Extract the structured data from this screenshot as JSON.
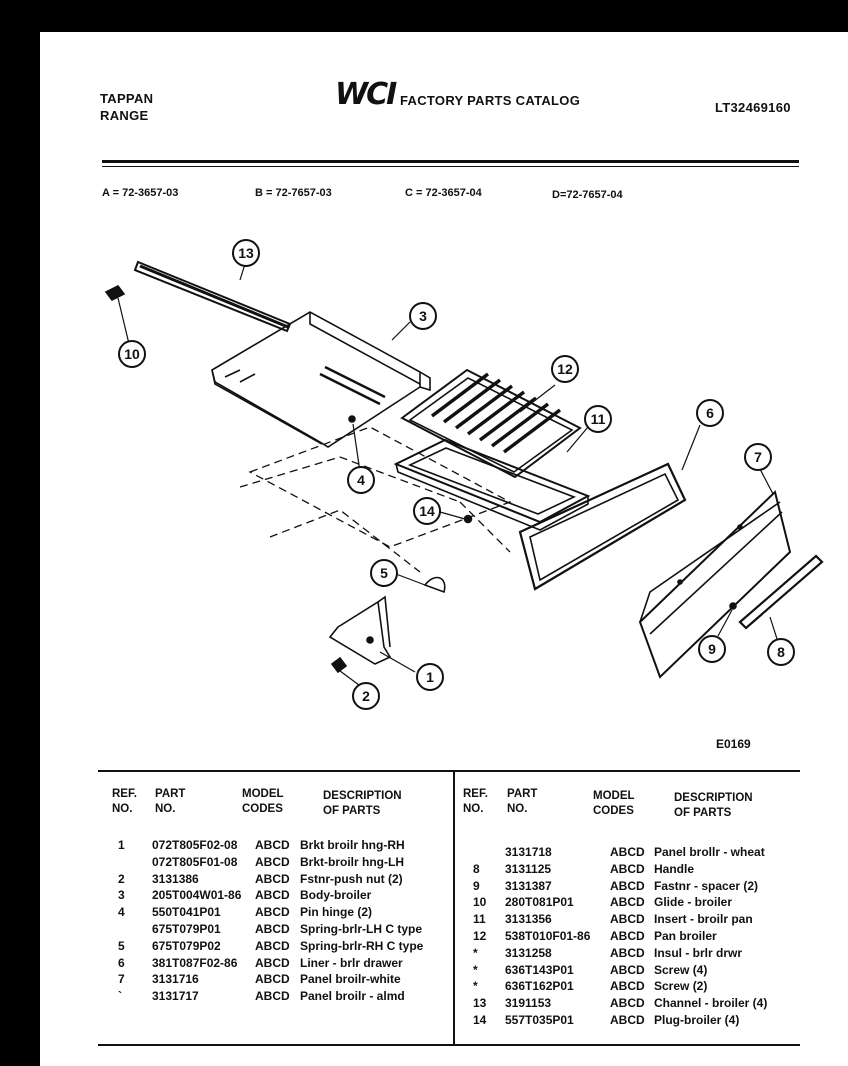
{
  "header": {
    "brand_line1": "TAPPAN",
    "brand_line2": "RANGE",
    "logo_text": "WCI",
    "catalog_title": "FACTORY PARTS CATALOG",
    "catalog_number": "LT32469160"
  },
  "models": {
    "a": "A = 72-3657-03",
    "b": "B = 72-7657-03",
    "c": "C = 72-3657-04",
    "d": "D=72-7657-04"
  },
  "diagram": {
    "callouts": [
      "1",
      "2",
      "3",
      "4",
      "5",
      "6",
      "7",
      "8",
      "9",
      "10",
      "11",
      "12",
      "13",
      "14"
    ],
    "code": "E0169"
  },
  "table": {
    "headers": {
      "ref": "REF.\nNO.",
      "part": "PART\nNO.",
      "model": "MODEL\nCODES",
      "desc": "DESCRIPTION\nOF PARTS"
    },
    "left_rows": [
      {
        "ref": "1",
        "part": "072T805F02-08",
        "model": "ABCD",
        "desc": "Brkt broilr hng-RH"
      },
      {
        "ref": "",
        "part": "072T805F01-08",
        "model": "ABCD",
        "desc": "Brkt-broilr hng-LH"
      },
      {
        "ref": "2",
        "part": "3131386",
        "model": "ABCD",
        "desc": "Fstnr-push nut (2)"
      },
      {
        "ref": "3",
        "part": "205T004W01-86",
        "model": "ABCD",
        "desc": "Body-broiler"
      },
      {
        "ref": "4",
        "part": "550T041P01",
        "model": "ABCD",
        "desc": "Pin hinge (2)"
      },
      {
        "ref": "",
        "part": "675T079P01",
        "model": "ABCD",
        "desc": "Spring-brlr-LH  C type"
      },
      {
        "ref": "5",
        "part": "675T079P02",
        "model": "ABCD",
        "desc": "Spring-brlr-RH C type"
      },
      {
        "ref": "6",
        "part": "381T087F02-86",
        "model": "ABCD",
        "desc": "Liner - brlr drawer"
      },
      {
        "ref": "7",
        "part": "3131716",
        "model": "ABCD",
        "desc": "Panel broilr-white"
      },
      {
        "ref": "`",
        "part": "3131717",
        "model": "ABCD",
        "desc": "Panel broilr - almd"
      }
    ],
    "right_rows": [
      {
        "ref": "",
        "part": "3131718",
        "model": "ABCD",
        "desc": "Panel brollr - wheat"
      },
      {
        "ref": "8",
        "part": "3131125",
        "model": "ABCD",
        "desc": "Handle"
      },
      {
        "ref": "9",
        "part": "3131387",
        "model": "ABCD",
        "desc": "Fastnr - spacer (2)"
      },
      {
        "ref": "10",
        "part": "280T081P01",
        "model": "ABCD",
        "desc": "Glide - broiler"
      },
      {
        "ref": "11",
        "part": "3131356",
        "model": "ABCD",
        "desc": "Insert - broilr pan"
      },
      {
        "ref": "12",
        "part": "538T010F01-86",
        "model": "ABCD",
        "desc": "Pan broiler"
      },
      {
        "ref": "*",
        "part": "3131258",
        "model": "ABCD",
        "desc": "Insul - brlr drwr"
      },
      {
        "ref": "*",
        "part": "636T143P01",
        "model": "ABCD",
        "desc": "Screw (4)"
      },
      {
        "ref": "*",
        "part": "636T162P01",
        "model": "ABCD",
        "desc": "Screw (2)"
      },
      {
        "ref": "13",
        "part": "3191153",
        "model": "ABCD",
        "desc": "Channel - broiler (4)"
      },
      {
        "ref": "14",
        "part": "557T035P01",
        "model": "ABCD",
        "desc": "Plug-broiler (4)"
      }
    ]
  }
}
